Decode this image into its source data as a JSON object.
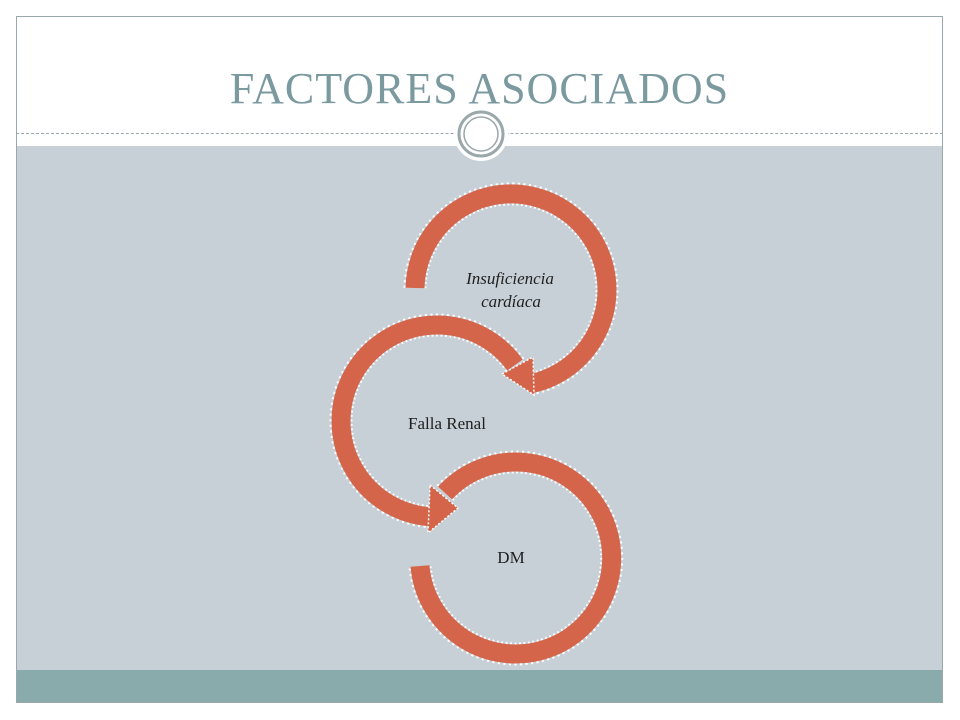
{
  "slide": {
    "title": "FACTORES ASOCIADOS"
  },
  "diagram": {
    "nodes": [
      {
        "line1": "Insuficiencia",
        "line2": "cardíaca"
      },
      {
        "line1": "Falla Renal",
        "line2": ""
      },
      {
        "line1": "DM",
        "line2": ""
      }
    ]
  },
  "colors": {
    "title": "#7b9aa0",
    "content_background": "#c7d0d6",
    "footer_band": "#8aabab",
    "arrow": "#d4654a",
    "ornament_stroke": "#9aa8ab"
  }
}
